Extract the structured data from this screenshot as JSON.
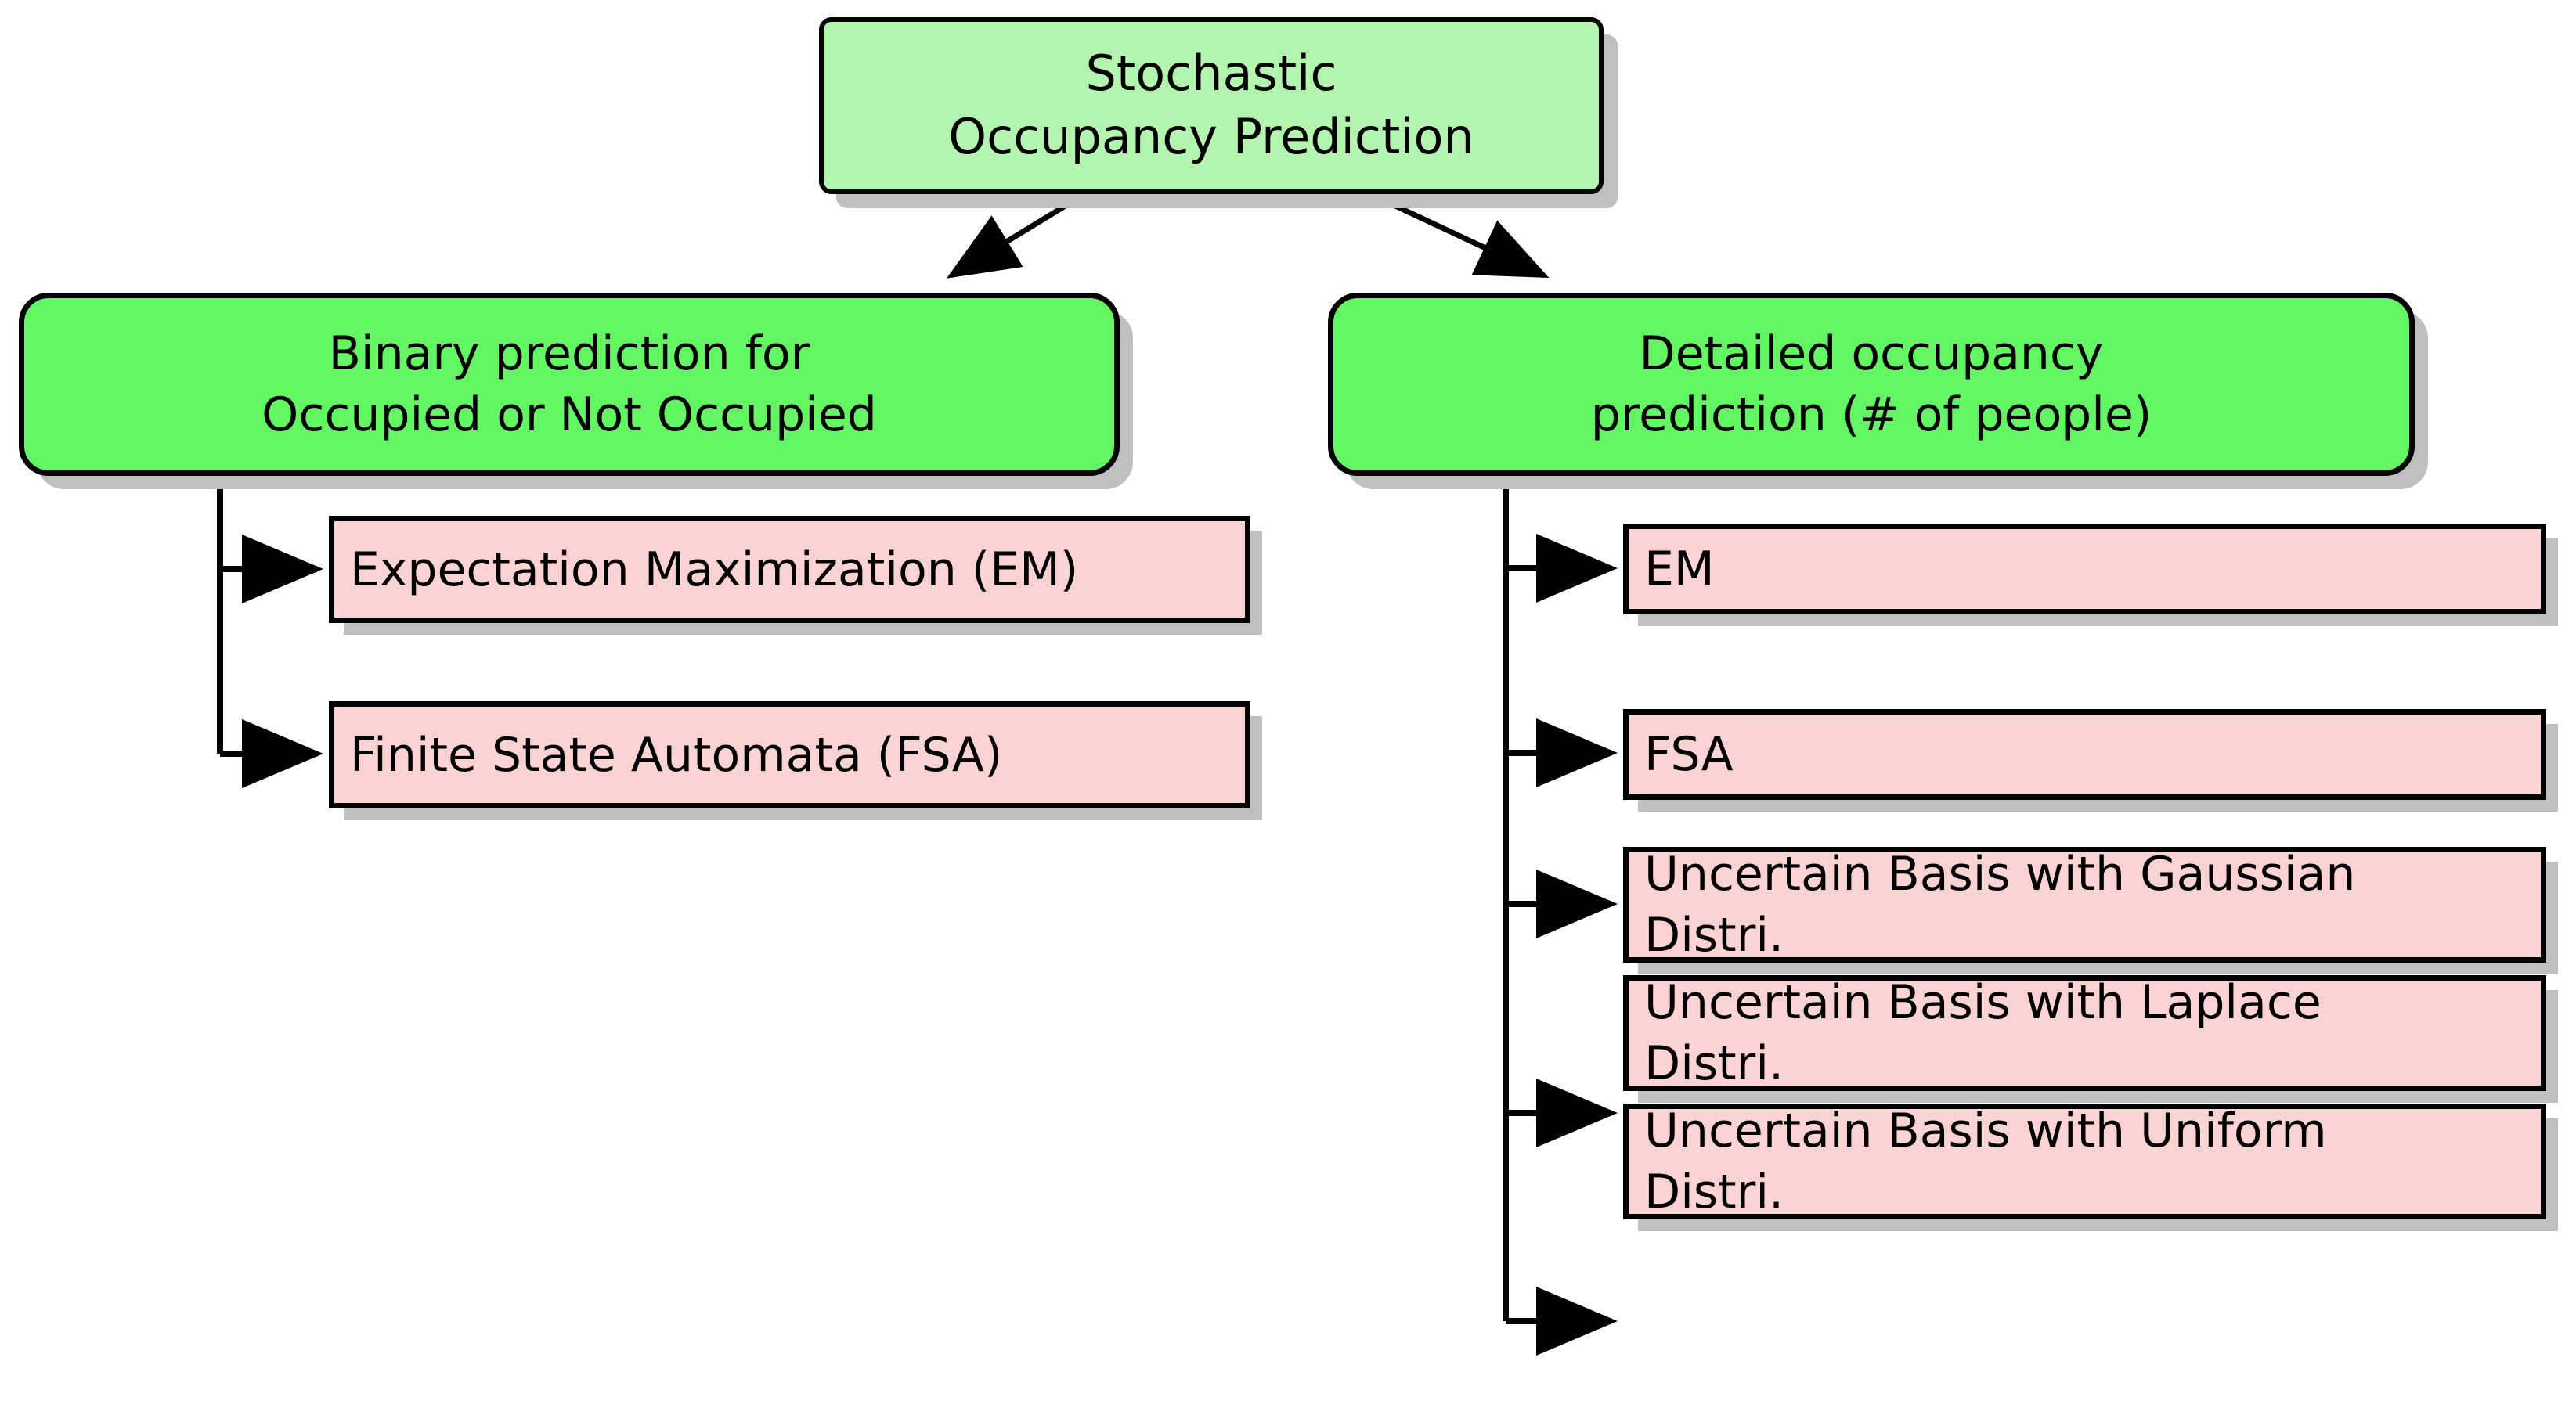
{
  "diagram": {
    "title_node": {
      "id": "stochastic-occupancy-prediction",
      "label": "Stochastic\nOccupancy Prediction",
      "fill": "#b3f5ae"
    },
    "branches": [
      {
        "id": "binary-prediction",
        "label": "Binary prediction for\nOccupied or Not Occupied",
        "fill": "#63f563",
        "leaves": [
          {
            "id": "em-binary",
            "label": "Expectation Maximization (EM)",
            "fill": "#fbd3d3"
          },
          {
            "id": "fsa-binary",
            "label": "Finite State Automata (FSA)",
            "fill": "#fbd3d3"
          }
        ]
      },
      {
        "id": "detailed-occupancy",
        "label": "Detailed occupancy\nprediction (# of people)",
        "fill": "#63f563",
        "leaves": [
          {
            "id": "em-detailed",
            "label": "EM",
            "fill": "#fbd3d3"
          },
          {
            "id": "fsa-detailed",
            "label": "FSA",
            "fill": "#fbd3d3"
          },
          {
            "id": "uncertain-gaussian",
            "label": "Uncertain Basis with Gaussian\nDistri.",
            "fill": "#fbd3d3"
          },
          {
            "id": "uncertain-laplace",
            "label": "Uncertain Basis with Laplace\nDistri.",
            "fill": "#fbd3d3"
          },
          {
            "id": "uncertain-uniform",
            "label": "Uncertain Basis with Uniform\nDistri.",
            "fill": "#fbd3d3"
          }
        ]
      }
    ],
    "colors": {
      "root_fill": "#b3f5ae",
      "branch_fill": "#63f563",
      "leaf_fill": "#fbd3d3",
      "shadow": "#bfbfbf",
      "stroke": "#000000",
      "background": "#ffffff"
    }
  }
}
